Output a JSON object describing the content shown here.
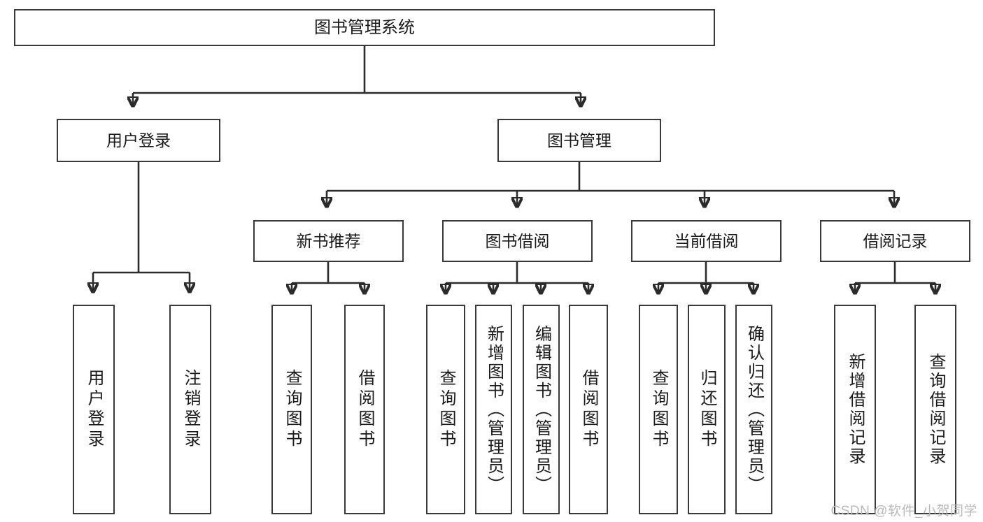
{
  "diagram": {
    "title": "图书管理系统",
    "watermark": "CSDN @软件_小贺同学",
    "colors": {
      "box_border": "#3a3a3a",
      "connector": "#2b2b2b",
      "background": "#ffffff",
      "text": "#1a1a1a",
      "watermark": "#b9b9b9"
    },
    "root": {
      "label": "图书管理系统"
    },
    "level2": [
      {
        "label": "用户登录"
      },
      {
        "label": "图书管理"
      }
    ],
    "level3": [
      {
        "label": "新书推荐"
      },
      {
        "label": "图书借阅"
      },
      {
        "label": "当前借阅"
      },
      {
        "label": "借阅记录"
      }
    ],
    "leaves": {
      "user_login": [
        {
          "label": "用户登录"
        },
        {
          "label": "注销登录"
        }
      ],
      "new_book": [
        {
          "label": "查询图书"
        },
        {
          "label": "借阅图书"
        }
      ],
      "book_borrow": [
        {
          "label": "查询图书"
        },
        {
          "label": "新增图书（管理员）"
        },
        {
          "label": "编辑图书（管理员）"
        },
        {
          "label": "借阅图书"
        }
      ],
      "current_borrow": [
        {
          "label": "查询图书"
        },
        {
          "label": "归还图书"
        },
        {
          "label": "确认归还（管理员）"
        }
      ],
      "borrow_record": [
        {
          "label": "新增借阅记录"
        },
        {
          "label": "查询借阅记录"
        }
      ]
    }
  }
}
